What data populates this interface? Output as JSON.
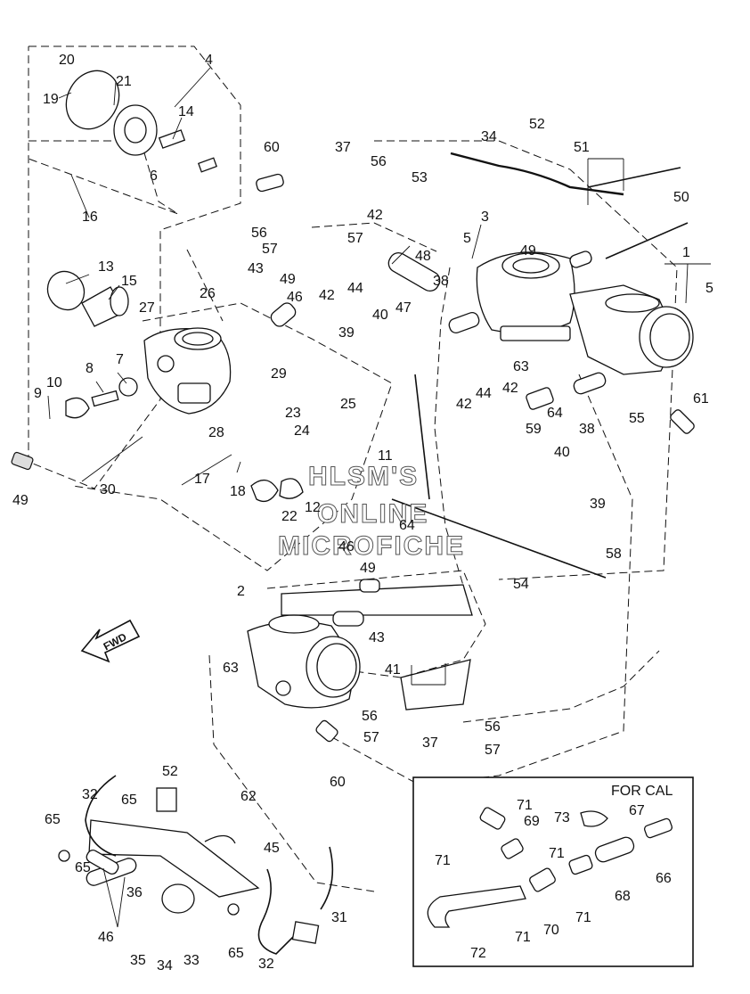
{
  "labels": {
    "p1": "1",
    "p2": "2",
    "p3": "3",
    "p4": "4",
    "p5a": "5",
    "p5b": "5",
    "p6": "6",
    "p7": "7",
    "p8": "8",
    "p9": "9",
    "p10": "10",
    "p11": "11",
    "p12": "12",
    "p13": "13",
    "p14": "14",
    "p15": "15",
    "p16": "16",
    "p17": "17",
    "p18": "18",
    "p19": "19",
    "p20": "20",
    "p21": "21",
    "p22": "22",
    "p23": "23",
    "p24": "24",
    "p25": "25",
    "p26": "26",
    "p27": "27",
    "p28": "28",
    "p29": "29",
    "p30": "30",
    "p31": "31",
    "p32a": "32",
    "p32b": "32",
    "p33": "33",
    "p34a": "34",
    "p34b": "34",
    "p35": "35",
    "p36": "36",
    "p37a": "37",
    "p37b": "37",
    "p38a": "38",
    "p38b": "38",
    "p39a": "39",
    "p39b": "39",
    "p40a": "40",
    "p40b": "40",
    "p41": "41",
    "p42a": "42",
    "p42b": "42",
    "p42c": "42",
    "p42d": "42",
    "p43a": "43",
    "p43b": "43",
    "p44a": "44",
    "p44b": "44",
    "p45": "45",
    "p46a": "46",
    "p46b": "46",
    "p46c": "46",
    "p47": "47",
    "p48": "48",
    "p49a": "49",
    "p49b": "49",
    "p49c": "49",
    "p49d": "49",
    "p50": "50",
    "p51": "51",
    "p52a": "52",
    "p52b": "52",
    "p53": "53",
    "p54": "54",
    "p55": "55",
    "p56a": "56",
    "p56b": "56",
    "p56c": "56",
    "p56d": "56",
    "p57a": "57",
    "p57b": "57",
    "p57c": "57",
    "p57d": "57",
    "p58": "58",
    "p59": "59",
    "p60a": "60",
    "p60b": "60",
    "p61": "61",
    "p62": "62",
    "p63a": "63",
    "p63b": "63",
    "p64a": "64",
    "p64b": "64",
    "p65a": "65",
    "p65b": "65",
    "p65c": "65",
    "p65d": "65",
    "p66": "66",
    "p67": "67",
    "p68": "68",
    "p69": "69",
    "p70": "70",
    "p71a": "71",
    "p71b": "71",
    "p71c": "71",
    "p71d": "71",
    "p71e": "71",
    "p72": "72",
    "p73": "73"
  },
  "inset_title": "FOR CAL",
  "direction_arrow": "FWD",
  "watermark": [
    "HLSM'S",
    "ONLINE",
    "MICROFICHE"
  ]
}
